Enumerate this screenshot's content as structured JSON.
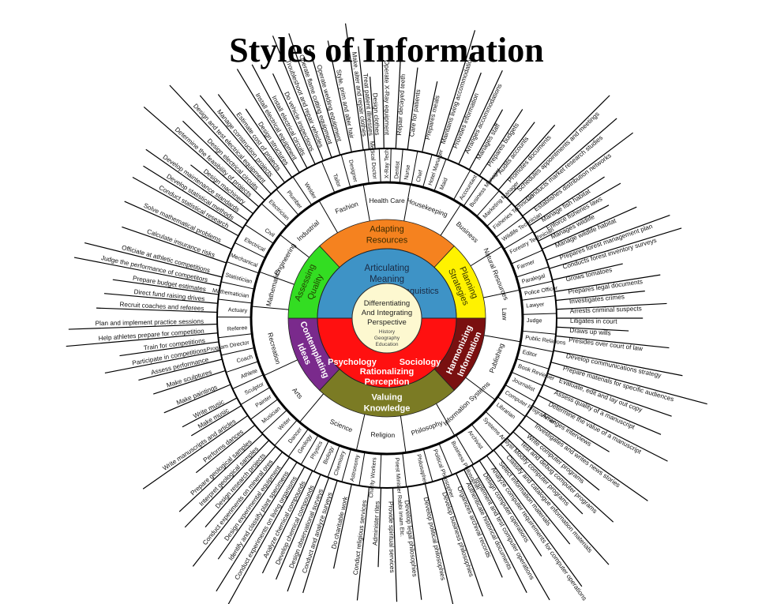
{
  "title": "Styles of Information",
  "colors": {
    "adapting": "#f5821f",
    "planning": "#fff200",
    "harmonizing": "#7a1010",
    "valuing": "#7b7b24",
    "contemplating": "#7a2a8c",
    "assessing": "#33dd22",
    "articulating": "#3e93c6",
    "rationalizing": "#ff1010",
    "core": "#fdf8d0"
  },
  "core": {
    "line1": "Differentiating",
    "line2": "And Integrating",
    "line3": "Perspective",
    "sub1": "History",
    "sub2": "Geography",
    "sub3": "Education"
  },
  "inner": {
    "articulating_1": "Articulating",
    "articulating_2": "Meaning",
    "linguistics": "Linguistics",
    "rationalizing_1": "Rationalizing",
    "rationalizing_2": "Perception",
    "psychology": "Psychology",
    "sociology": "Sociology"
  },
  "styles": [
    {
      "key": "adapting",
      "l1": "Adapting",
      "l2": "Resources",
      "color": "#f5821f",
      "text": "#3a2a00",
      "a0": -133,
      "a1": -47
    },
    {
      "key": "planning",
      "l1": "Planning",
      "l2": "Strategies",
      "color": "#fff200",
      "text": "#333300",
      "a0": -47,
      "a1": 0
    },
    {
      "key": "harmonizing",
      "l1": "Harmonizing",
      "l2": "Information",
      "color": "#7a1010",
      "text": "#ffffff",
      "a0": 0,
      "a1": 47
    },
    {
      "key": "valuing",
      "l1": "Valuing",
      "l2": "Knowledge",
      "color": "#7b7b24",
      "text": "#ffffff",
      "a0": 47,
      "a1": 133
    },
    {
      "key": "contemplating",
      "l1": "Contemplating",
      "l2": "Ideas",
      "color": "#7a2a8c",
      "text": "#ffffff",
      "a0": 133,
      "a1": 180
    },
    {
      "key": "assessing",
      "l1": "Assessing",
      "l2": "Quality",
      "color": "#33dd22",
      "text": "#224400",
      "a0": 180,
      "a1": 227
    }
  ],
  "domains": [
    {
      "label": "Health Care",
      "a": -90
    },
    {
      "label": "Housekeeping",
      "a": -70
    },
    {
      "label": "Business",
      "a": -47
    },
    {
      "label": "Natural Resources",
      "a": -22
    },
    {
      "label": "Law",
      "a": -2
    },
    {
      "label": "Publishing",
      "a": 20
    },
    {
      "label": "Information Systems",
      "a": 47
    },
    {
      "label": "Philosophy",
      "a": 70
    },
    {
      "label": "Religion",
      "a": 92
    },
    {
      "label": "Science",
      "a": 113
    },
    {
      "label": "Arts",
      "a": 140
    },
    {
      "label": "Recreation",
      "a": 165
    },
    {
      "label": "Mathematics",
      "a": 195
    },
    {
      "label": "Engineering",
      "a": 210
    },
    {
      "label": "Industrial",
      "a": 228
    },
    {
      "label": "Fashion",
      "a": 250
    }
  ],
  "occupations": [
    {
      "label": "Medical Doctor",
      "a": -95
    },
    {
      "label": "X-Ray Tech",
      "a": -90
    },
    {
      "label": "Dentist",
      "a": -86
    },
    {
      "label": "Nurse",
      "a": -82
    },
    {
      "label": "Chef",
      "a": -77
    },
    {
      "label": "Hotel Manager",
      "a": -72
    },
    {
      "label": "Maid",
      "a": -67
    },
    {
      "label": "Accountant",
      "a": -58
    },
    {
      "label": "Business Manager",
      "a": -53
    },
    {
      "label": "Marketing Manager",
      "a": -46
    },
    {
      "label": "Fisheries Technician",
      "a": -40
    },
    {
      "label": "Wildlife Technician",
      "a": -34
    },
    {
      "label": "Forestry Technician",
      "a": -28
    },
    {
      "label": "Farmer",
      "a": -21
    },
    {
      "label": "Paralegal",
      "a": -15
    },
    {
      "label": "Police Officer",
      "a": -10
    },
    {
      "label": "Lawyer",
      "a": -5
    },
    {
      "label": "Judge",
      "a": 1
    },
    {
      "label": "Public Relations",
      "a": 8
    },
    {
      "label": "Editor",
      "a": 14
    },
    {
      "label": "Book Reviewer",
      "a": 20
    },
    {
      "label": "Journalist",
      "a": 26
    },
    {
      "label": "Computer Programmer",
      "a": 32
    },
    {
      "label": "Librarian",
      "a": 38
    },
    {
      "label": "Systems Analyst",
      "a": 46
    },
    {
      "label": "Archivist",
      "a": 54
    },
    {
      "label": "Business Philosopher",
      "a": 62
    },
    {
      "label": "Political Philosopher",
      "a": 70
    },
    {
      "label": "Philosopher",
      "a": 77
    },
    {
      "label": "Priest Minister Rabbi Imam Etc.",
      "a": 86
    },
    {
      "label": "Charity Workers",
      "a": 95
    },
    {
      "label": "Astronomy",
      "a": 102
    },
    {
      "label": "Chemistry",
      "a": 108
    },
    {
      "label": "Biology",
      "a": 113
    },
    {
      "label": "Physics",
      "a": 118
    },
    {
      "label": "Geology",
      "a": 123
    },
    {
      "label": "Dancer",
      "a": 128
    },
    {
      "label": "Writer",
      "a": 134
    },
    {
      "label": "Musician",
      "a": 140
    },
    {
      "label": "Painter",
      "a": 146
    },
    {
      "label": "Sculptor",
      "a": 152
    },
    {
      "label": "Athlete",
      "a": 158
    },
    {
      "label": "Coach",
      "a": 164
    },
    {
      "label": "Program Director",
      "a": 170
    },
    {
      "label": "Referee",
      "a": 176
    },
    {
      "label": "Actuary",
      "a": 183
    },
    {
      "label": "Mathematician",
      "a": 189
    },
    {
      "label": "Statistician",
      "a": 195
    },
    {
      "label": "Mechanical",
      "a": 202
    },
    {
      "label": "Electrical",
      "a": 209
    },
    {
      "label": "Civil",
      "a": 216
    },
    {
      "label": "Electrician",
      "a": 225
    },
    {
      "label": "Plumber",
      "a": 232
    },
    {
      "label": "Welder",
      "a": 239
    },
    {
      "label": "Tailor",
      "a": 250
    },
    {
      "label": "Designer",
      "a": 257
    }
  ],
  "tasks": [
    {
      "label": "Treat patient illnesses",
      "a": -96
    },
    {
      "label": "Operate X-Ray equipment",
      "a": -91
    },
    {
      "label": "Repair decayed teeth",
      "a": -87
    },
    {
      "label": "Care for patients",
      "a": -83
    },
    {
      "label": "Prepares meals",
      "a": -78
    },
    {
      "label": "Maintains living accommodations",
      "a": -73
    },
    {
      "label": "Provides information",
      "a": -69
    },
    {
      "label": "Arranges accommodations",
      "a": -65
    },
    {
      "label": "Manages staff",
      "a": -61
    },
    {
      "label": "Prepares budgets",
      "a": -57
    },
    {
      "label": "Audits accounts",
      "a": -53
    },
    {
      "label": "Promotes documents",
      "a": -49
    },
    {
      "label": "Schedules appointments and meetings",
      "a": -45
    },
    {
      "label": "Conducts market research studies",
      "a": -41
    },
    {
      "label": "Establishes distribution networks",
      "a": -37
    },
    {
      "label": "Manage fish habitat",
      "a": -33
    },
    {
      "label": "Enforce fisheries laws",
      "a": -30
    },
    {
      "label": "Manages wildlife",
      "a": -27
    },
    {
      "label": "Manage wildlife habitat",
      "a": -24
    },
    {
      "label": "Prepares forest management plan",
      "a": -20
    },
    {
      "label": "Conducts forest inventory surveys",
      "a": -17
    },
    {
      "label": "Grows tomatoes",
      "a": -13
    },
    {
      "label": "Prepares legal documents",
      "a": -9
    },
    {
      "label": "Investigates crimes",
      "a": -6
    },
    {
      "label": "Arrests criminal suspects",
      "a": -3
    },
    {
      "label": "Litigates in court",
      "a": 0
    },
    {
      "label": "Draws up wills",
      "a": 3
    },
    {
      "label": "Presides over court of law",
      "a": 6
    },
    {
      "label": "Develop communications strategy",
      "a": 11
    },
    {
      "label": "Prepare materials for specific audiences",
      "a": 15
    },
    {
      "label": "Evaluate, edit and lay out copy",
      "a": 19
    },
    {
      "label": "Assess quality of a manuscript",
      "a": 23
    },
    {
      "label": "Determine the value of a manuscript",
      "a": 27
    },
    {
      "label": "Arranges interviews",
      "a": 31
    },
    {
      "label": "Investigates and writes news stories",
      "a": 35
    },
    {
      "label": "Write computer programs",
      "a": 39
    },
    {
      "label": "Test and debug computer programs",
      "a": 42
    },
    {
      "label": "Modify computer programs",
      "a": 45
    },
    {
      "label": "Classify and catalogue information materials",
      "a": 48
    },
    {
      "label": "Select information materials",
      "a": 51
    },
    {
      "label": "Analyze computer requirements for computer operations",
      "a": 54
    },
    {
      "label": "Design computer operations",
      "a": 57
    },
    {
      "label": "Implement and test computer operations",
      "a": 60
    },
    {
      "label": "Authenticate historical documents",
      "a": 63
    },
    {
      "label": "Organizes archival records",
      "a": 66
    },
    {
      "label": "Develop business philosophies",
      "a": 71
    },
    {
      "label": "Develop political philosophies",
      "a": 77
    },
    {
      "label": "Develop legal philosophies",
      "a": 83
    },
    {
      "label": "Provide spiritual services",
      "a": 88
    },
    {
      "label": "Administer rites",
      "a": 92
    },
    {
      "label": "Conduct religious services",
      "a": 96
    },
    {
      "label": "Do charitable work",
      "a": 102
    },
    {
      "label": "Conduct and analyze surveys",
      "a": 107
    },
    {
      "label": "Design observational surveys",
      "a": 110
    },
    {
      "label": "Develop chemical compounds",
      "a": 113
    },
    {
      "label": "Analyze chemical compounds",
      "a": 116
    },
    {
      "label": "Conduct experiments on living organisms",
      "a": 119
    },
    {
      "label": "Identify and classify plant specimens",
      "a": 122
    },
    {
      "label": "Design experimental equipment",
      "a": 125
    },
    {
      "label": "Conduct experiments on mineral ores",
      "a": 128
    },
    {
      "label": "Design research projects",
      "a": 131
    },
    {
      "label": "Interpret geological samples",
      "a": 134
    },
    {
      "label": "Prepare geological samples",
      "a": 137
    },
    {
      "label": "Performs dances",
      "a": 141
    },
    {
      "label": "Write manuscripts and articles",
      "a": 145
    },
    {
      "label": "Make music",
      "a": 149
    },
    {
      "label": "Write music",
      "a": 152
    },
    {
      "label": "Make paintings",
      "a": 157
    },
    {
      "label": "Make sculptures",
      "a": 162
    },
    {
      "label": "Assess performance",
      "a": 166
    },
    {
      "label": "Participate in competitions",
      "a": 169
    },
    {
      "label": "Train for competitions",
      "a": 172
    },
    {
      "label": "Help athletes prepare for competition",
      "a": 175
    },
    {
      "label": "Plan and implement practice sessions",
      "a": 178
    },
    {
      "label": "Recruit coaches and referees",
      "a": 182
    },
    {
      "label": "Direct fund raising drives",
      "a": 185
    },
    {
      "label": "Prepare budget estimates",
      "a": 188
    },
    {
      "label": "Judge the performance of competitors",
      "a": 191
    },
    {
      "label": "Officiate at athletic competitions",
      "a": 194
    },
    {
      "label": "Calculate insurance risks",
      "a": 199
    },
    {
      "label": "Solve mathematical problems",
      "a": 204
    },
    {
      "label": "Conduct statistical research",
      "a": 209
    },
    {
      "label": "Develop statistical methods",
      "a": 212
    },
    {
      "label": "Develop maintenance standards",
      "a": 215
    },
    {
      "label": "Design machinery",
      "a": 218
    },
    {
      "label": "Determine the feasibility of projects",
      "a": 221
    },
    {
      "label": "Design electrical circuits",
      "a": 224
    },
    {
      "label": "Design and test electrical equipment",
      "a": 227
    },
    {
      "label": "Manage construction projects",
      "a": 230
    },
    {
      "label": "Estimate cost of projects",
      "a": 233
    },
    {
      "label": "Design structures",
      "a": 236
    },
    {
      "label": "Install electrical equipment",
      "a": 239
    },
    {
      "label": "Install electrical circuits",
      "a": 242
    },
    {
      "label": "Do vehicle inspections",
      "a": 245
    },
    {
      "label": "Troubleshoot and repair vehicles",
      "a": 248
    },
    {
      "label": "Operate flame cutting equipment",
      "a": 251
    },
    {
      "label": "Operate welding equipment",
      "a": 254
    },
    {
      "label": "Style, prim and alter hair",
      "a": 258
    },
    {
      "label": "Make, alter and repair clothes",
      "a": 262
    },
    {
      "label": "Design clothes",
      "a": 266
    }
  ]
}
